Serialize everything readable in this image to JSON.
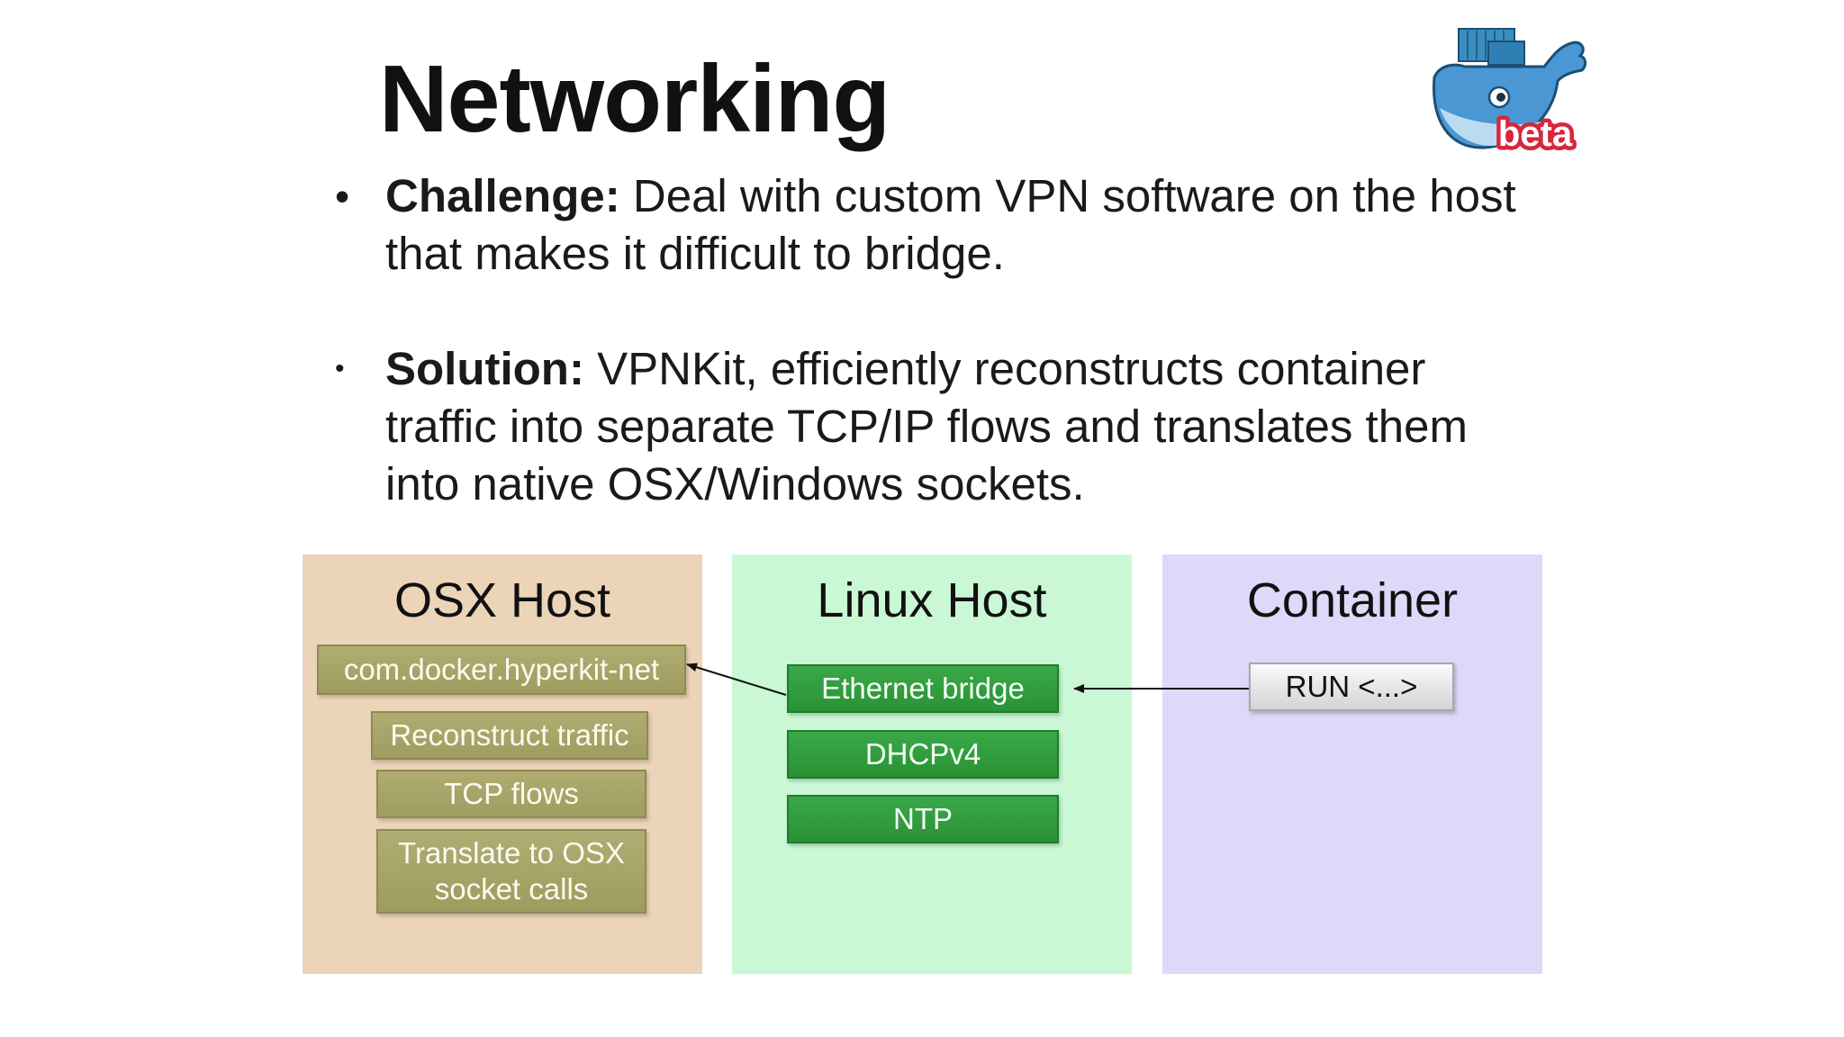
{
  "slide": {
    "title": "Networking",
    "logo": {
      "icon": "docker-whale-icon",
      "badge": "beta"
    }
  },
  "bullets": [
    {
      "label": "Challenge:",
      "text": "Deal with custom VPN software on the host that makes it difficult to bridge."
    },
    {
      "label": "Solution:",
      "text": "VPNKit, efficiently reconstructs container traffic into separate TCP/IP flows and translates them into native OSX/Windows sockets."
    }
  ],
  "diagram": {
    "osx_host": {
      "title": "OSX Host",
      "color": "#ecd4b8",
      "items": [
        "com.docker.hyperkit-net",
        "Reconstruct traffic",
        "TCP flows",
        "Translate to OSX socket calls"
      ]
    },
    "linux_host": {
      "title": "Linux Host",
      "color": "#caf8d5",
      "items": [
        "Ethernet bridge",
        "DHCPv4",
        "NTP"
      ]
    },
    "container": {
      "title": "Container",
      "color": "#ddd9f8",
      "items": [
        "RUN <...>"
      ]
    }
  }
}
